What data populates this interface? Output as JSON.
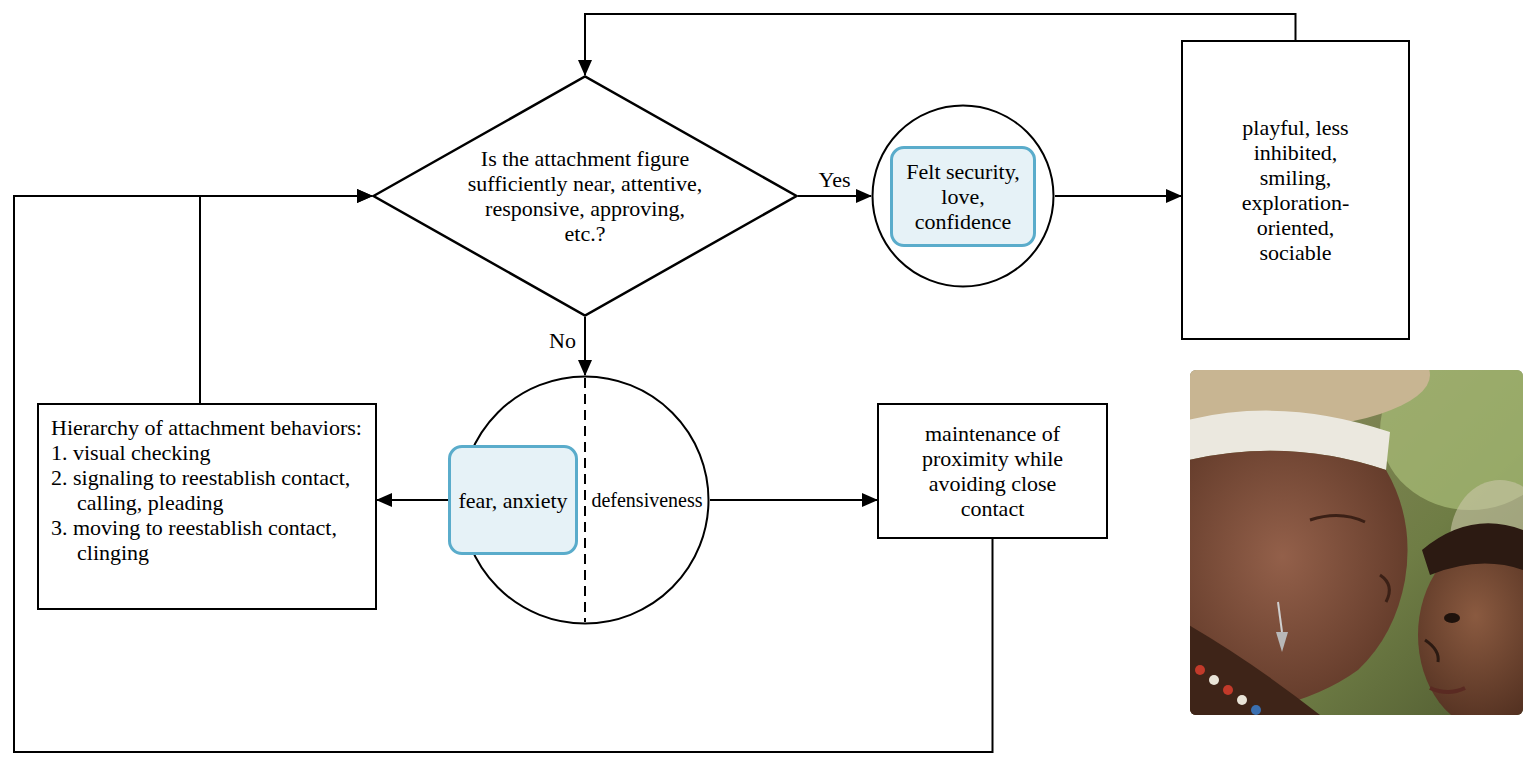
{
  "diagram": {
    "nodes": [
      {
        "text": [
          "Is the attachment figure sufficiently near, attentive, responsive, approving, etc.?"
        ]
      },
      {
        "text": [
          "Felt security, love, confidence"
        ]
      },
      {
        "text": [
          "playful, less inhibited, smiling, exploration-oriented, sociable"
        ]
      },
      {
        "text": [
          "Hierarchy of attachment behaviors:",
          "1. visual checking",
          "2. signaling to reestablish contact, calling, pleading",
          "3. moving to reestablish contact, clinging"
        ]
      },
      {
        "text": [
          "fear, anxiety",
          "defensiveness"
        ]
      },
      {
        "text": [
          "maintenance of proximity while avoiding close contact"
        ]
      }
    ],
    "edges": [
      {
        "from": 0,
        "to": 1,
        "label": "Yes",
        "arrow": "to"
      },
      {
        "from": 1,
        "to": 2,
        "arrow": "to"
      },
      {
        "from": 2,
        "to": 0,
        "arrow": "to"
      },
      {
        "from": 0,
        "to": 4,
        "label": "No",
        "arrow": "to"
      },
      {
        "from": 4,
        "to": 3,
        "arrow": "to"
      },
      {
        "from": 4,
        "to": 5,
        "arrow": "to"
      },
      {
        "from": 3,
        "to": 0,
        "arrow": "to"
      },
      {
        "from": 5,
        "to": 0,
        "arrow": "to"
      }
    ]
  }
}
